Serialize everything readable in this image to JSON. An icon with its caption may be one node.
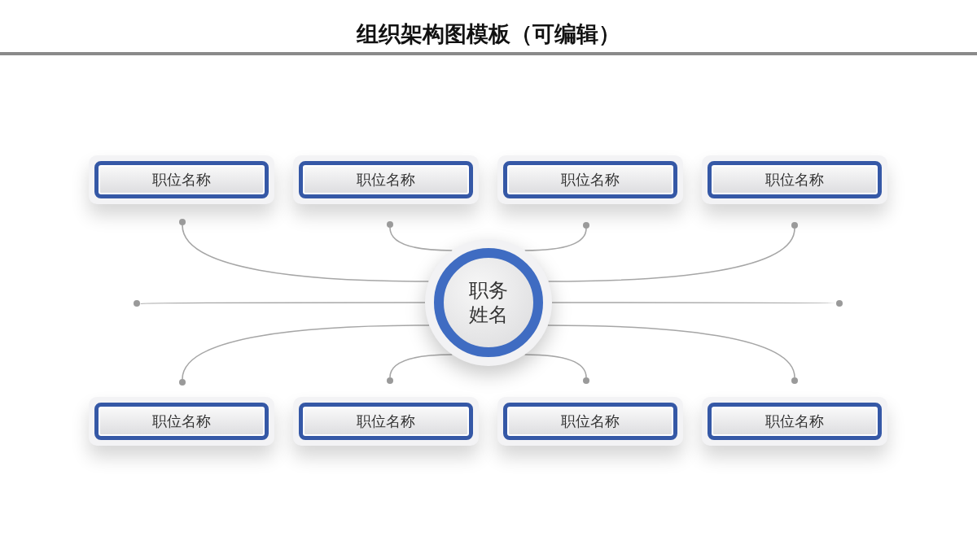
{
  "diagram": {
    "title": "组织架构图模板（可编辑）",
    "nodes": [
      {
        "text": [
          "职位名称"
        ]
      },
      {
        "text": [
          "职位名称"
        ]
      },
      {
        "text": [
          "职位名称"
        ]
      },
      {
        "text": [
          "职位名称"
        ]
      },
      {
        "text": [],
        "shape": "circle"
      },
      {
        "text": [],
        "shape": "circle"
      },
      {
        "text": [],
        "shape": "circle"
      },
      {
        "text": [],
        "shape": "circle"
      },
      {
        "text": [],
        "shape": "circle"
      },
      {
        "text": [
          "职务姓名"
        ]
      },
      {
        "text": [],
        "shape": "circle"
      },
      {
        "text": [],
        "shape": "circle"
      },
      {
        "text": [],
        "shape": "circle"
      },
      {
        "text": [],
        "shape": "circle"
      },
      {
        "text": [],
        "shape": "circle"
      },
      {
        "text": [
          "职位名称"
        ]
      },
      {
        "text": [
          "职位名称"
        ]
      },
      {
        "text": [
          "职位名称"
        ]
      },
      {
        "text": [
          "职位名称"
        ]
      }
    ],
    "edges": [
      {
        "from": 9,
        "to": 4,
        "arrow": "none"
      },
      {
        "from": 9,
        "to": 5,
        "arrow": "none"
      },
      {
        "from": 9,
        "to": 6,
        "arrow": "none"
      },
      {
        "from": 9,
        "to": 7,
        "arrow": "none"
      },
      {
        "from": 9,
        "to": 8,
        "arrow": "none"
      },
      {
        "from": 9,
        "to": 10,
        "arrow": "none"
      },
      {
        "from": 9,
        "to": 11,
        "arrow": "none"
      },
      {
        "from": 9,
        "to": 12,
        "arrow": "none"
      },
      {
        "from": 9,
        "to": 13,
        "arrow": "none"
      },
      {
        "from": 9,
        "to": 14,
        "arrow": "none"
      }
    ]
  }
}
